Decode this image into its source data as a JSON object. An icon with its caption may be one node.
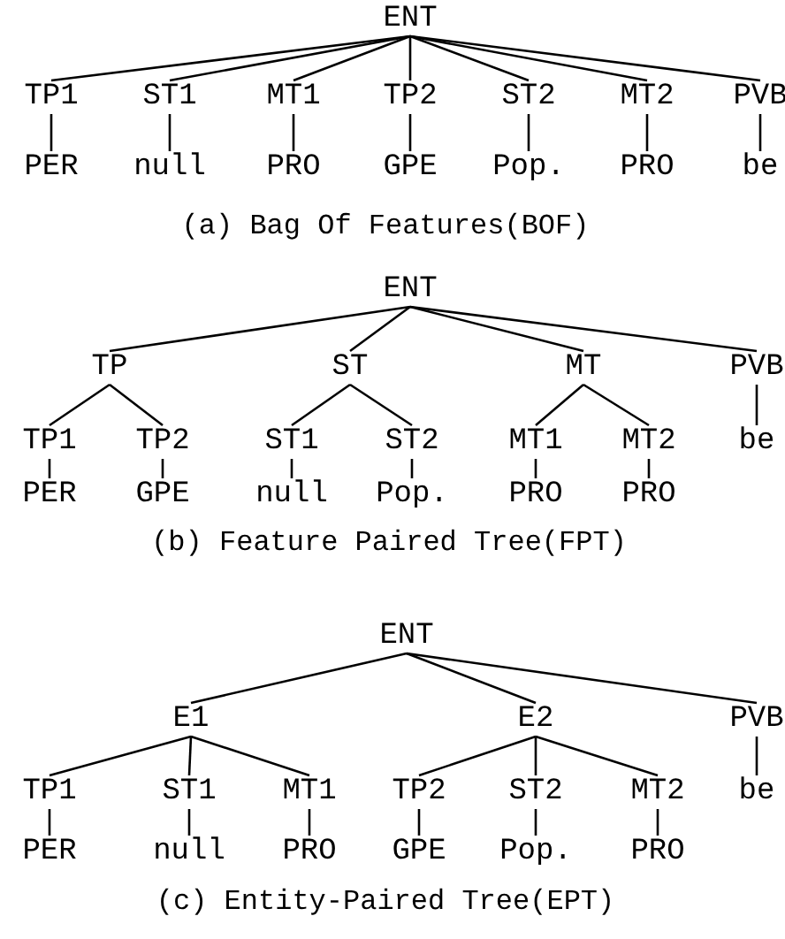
{
  "diagram": {
    "nodes": [
      {
        "text": [
          "ENT"
        ]
      },
      {
        "text": [
          "TP1"
        ]
      },
      {
        "text": [
          "ST1"
        ]
      },
      {
        "text": [
          "MT1"
        ]
      },
      {
        "text": [
          "TP2"
        ]
      },
      {
        "text": [
          "ST2"
        ]
      },
      {
        "text": [
          "MT2"
        ]
      },
      {
        "text": [
          "PVB"
        ]
      },
      {
        "text": [
          "PER"
        ]
      },
      {
        "text": [
          "null"
        ]
      },
      {
        "text": [
          "PRO"
        ]
      },
      {
        "text": [
          "GPE"
        ]
      },
      {
        "text": [
          "Pop."
        ]
      },
      {
        "text": [
          "PRO"
        ]
      },
      {
        "text": [
          "be"
        ]
      },
      {
        "text": [
          "ENT"
        ]
      },
      {
        "text": [
          "TP"
        ]
      },
      {
        "text": [
          "ST"
        ]
      },
      {
        "text": [
          "MT"
        ]
      },
      {
        "text": [
          "PVB"
        ]
      },
      {
        "text": [
          "TP1"
        ]
      },
      {
        "text": [
          "TP2"
        ]
      },
      {
        "text": [
          "ST1"
        ]
      },
      {
        "text": [
          "ST2"
        ]
      },
      {
        "text": [
          "MT1"
        ]
      },
      {
        "text": [
          "MT2"
        ]
      },
      {
        "text": [
          "be"
        ]
      },
      {
        "text": [
          "PER"
        ]
      },
      {
        "text": [
          "GPE"
        ]
      },
      {
        "text": [
          "null"
        ]
      },
      {
        "text": [
          "Pop."
        ]
      },
      {
        "text": [
          "PRO"
        ]
      },
      {
        "text": [
          "PRO"
        ]
      },
      {
        "text": [
          "ENT"
        ]
      },
      {
        "text": [
          "E1"
        ]
      },
      {
        "text": [
          "E2"
        ]
      },
      {
        "text": [
          "PVB"
        ]
      },
      {
        "text": [
          "TP1"
        ]
      },
      {
        "text": [
          "ST1"
        ]
      },
      {
        "text": [
          "MT1"
        ]
      },
      {
        "text": [
          "TP2"
        ]
      },
      {
        "text": [
          "ST2"
        ]
      },
      {
        "text": [
          "MT2"
        ]
      },
      {
        "text": [
          "be"
        ]
      },
      {
        "text": [
          "PER"
        ]
      },
      {
        "text": [
          "null"
        ]
      },
      {
        "text": [
          "PRO"
        ]
      },
      {
        "text": [
          "GPE"
        ]
      },
      {
        "text": [
          "Pop."
        ]
      },
      {
        "text": [
          "PRO"
        ]
      }
    ],
    "edges": [
      {
        "from": 0,
        "to": 1,
        "arrow": "none"
      },
      {
        "from": 0,
        "to": 2,
        "arrow": "none"
      },
      {
        "from": 0,
        "to": 3,
        "arrow": "none"
      },
      {
        "from": 0,
        "to": 4,
        "arrow": "none"
      },
      {
        "from": 0,
        "to": 5,
        "arrow": "none"
      },
      {
        "from": 0,
        "to": 6,
        "arrow": "none"
      },
      {
        "from": 0,
        "to": 7,
        "arrow": "none"
      },
      {
        "from": 1,
        "to": 8,
        "arrow": "none"
      },
      {
        "from": 2,
        "to": 9,
        "arrow": "none"
      },
      {
        "from": 3,
        "to": 10,
        "arrow": "none"
      },
      {
        "from": 4,
        "to": 11,
        "arrow": "none"
      },
      {
        "from": 5,
        "to": 12,
        "arrow": "none"
      },
      {
        "from": 6,
        "to": 13,
        "arrow": "none"
      },
      {
        "from": 7,
        "to": 14,
        "arrow": "none"
      },
      {
        "from": 15,
        "to": 16,
        "arrow": "none"
      },
      {
        "from": 15,
        "to": 17,
        "arrow": "none"
      },
      {
        "from": 15,
        "to": 18,
        "arrow": "none"
      },
      {
        "from": 15,
        "to": 19,
        "arrow": "none"
      },
      {
        "from": 16,
        "to": 20,
        "arrow": "none"
      },
      {
        "from": 16,
        "to": 21,
        "arrow": "none"
      },
      {
        "from": 17,
        "to": 22,
        "arrow": "none"
      },
      {
        "from": 17,
        "to": 23,
        "arrow": "none"
      },
      {
        "from": 18,
        "to": 24,
        "arrow": "none"
      },
      {
        "from": 18,
        "to": 25,
        "arrow": "none"
      },
      {
        "from": 19,
        "to": 26,
        "arrow": "none"
      },
      {
        "from": 20,
        "to": 27,
        "arrow": "none"
      },
      {
        "from": 21,
        "to": 28,
        "arrow": "none"
      },
      {
        "from": 22,
        "to": 29,
        "arrow": "none"
      },
      {
        "from": 23,
        "to": 30,
        "arrow": "none"
      },
      {
        "from": 24,
        "to": 31,
        "arrow": "none"
      },
      {
        "from": 25,
        "to": 32,
        "arrow": "none"
      },
      {
        "from": 33,
        "to": 34,
        "arrow": "none"
      },
      {
        "from": 33,
        "to": 35,
        "arrow": "none"
      },
      {
        "from": 33,
        "to": 36,
        "arrow": "none"
      },
      {
        "from": 34,
        "to": 37,
        "arrow": "none"
      },
      {
        "from": 34,
        "to": 38,
        "arrow": "none"
      },
      {
        "from": 34,
        "to": 39,
        "arrow": "none"
      },
      {
        "from": 35,
        "to": 40,
        "arrow": "none"
      },
      {
        "from": 35,
        "to": 41,
        "arrow": "none"
      },
      {
        "from": 35,
        "to": 42,
        "arrow": "none"
      },
      {
        "from": 36,
        "to": 43,
        "arrow": "none"
      },
      {
        "from": 37,
        "to": 44,
        "arrow": "none"
      },
      {
        "from": 38,
        "to": 45,
        "arrow": "none"
      },
      {
        "from": 39,
        "to": 46,
        "arrow": "none"
      },
      {
        "from": 40,
        "to": 47,
        "arrow": "none"
      },
      {
        "from": 41,
        "to": 48,
        "arrow": "none"
      },
      {
        "from": 42,
        "to": 49,
        "arrow": "none"
      }
    ],
    "labels": [
      "(a) Bag Of Features(BOF)",
      "(b) Feature Paired Tree(FPT)",
      "(c) Entity-Paired Tree(EPT)"
    ]
  }
}
